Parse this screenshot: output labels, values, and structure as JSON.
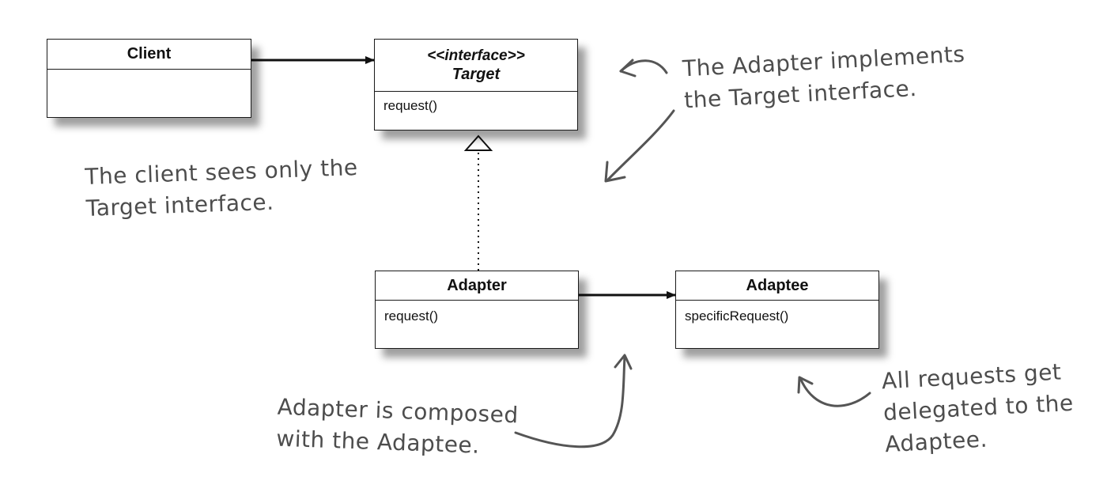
{
  "classes": {
    "client": {
      "name": "Client"
    },
    "target": {
      "stereotype": "<<interface>>",
      "name": "Target",
      "operation": "request()"
    },
    "adapter": {
      "name": "Adapter",
      "operation": "request()"
    },
    "adaptee": {
      "name": "Adaptee",
      "operation": "specificRequest()"
    }
  },
  "annotations": {
    "client_note": [
      "The client sees only the",
      "Target interface."
    ],
    "implements_note": [
      "The Adapter implements",
      "the Target interface."
    ],
    "composed_note": [
      "Adapter is composed",
      "with the Adaptee."
    ],
    "delegated_note": [
      "All requests get",
      "delegated to the",
      "Adaptee."
    ]
  },
  "colors": {
    "box_border": "#1a1a1a",
    "arrow": "#111111",
    "handwriting": "#4d4d4d"
  }
}
